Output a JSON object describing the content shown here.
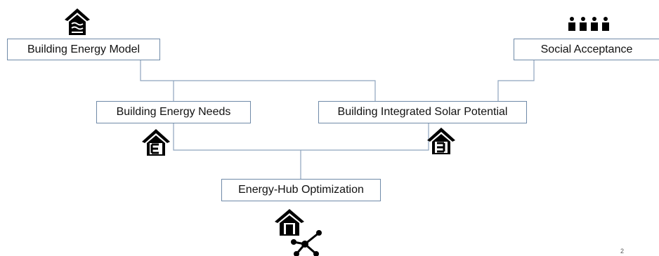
{
  "nodes": {
    "building_energy_model": "Building Energy Model",
    "social_acceptance": "Social Acceptance",
    "building_energy_needs": "Building Energy Needs",
    "building_integrated_solar_potential": "Building Integrated Solar Potential",
    "energy_hub_optimization": "Energy-Hub Optimization"
  },
  "icons": {
    "building_energy_model": "house-heat-icon",
    "social_acceptance": "people-group-icon",
    "building_energy_needs": "house-e-icon",
    "building_integrated_solar_potential": "house-3-icon",
    "energy_hub_optimization": "house-network-icon"
  },
  "page_number": "2",
  "colors": {
    "box_border": "#6f8aa8",
    "connector": "#8ea4bd",
    "icon": "#000000"
  }
}
